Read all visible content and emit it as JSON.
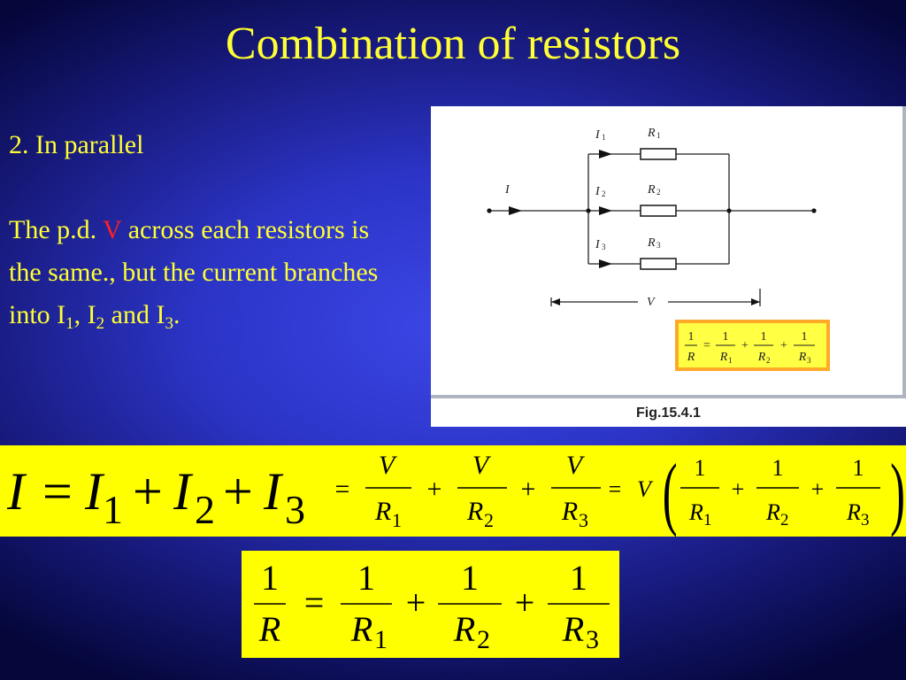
{
  "title": "Combination of resistors",
  "text": {
    "heading": "2. In parallel",
    "para_prefix": "The p.d. ",
    "para_v": "V",
    "para_mid": " across each resistors is the same., but the current branches into ",
    "i1": "I",
    "s1": "1",
    "c1": ", ",
    "i2": "I",
    "s2": "2",
    "and": " and ",
    "i3": "I",
    "s3": "3",
    "end": "."
  },
  "figure": {
    "caption": "Fig.15.4.1",
    "main_current": "I",
    "branch_currents": [
      "I",
      "I",
      "I"
    ],
    "branch_subs": [
      "1",
      "2",
      "3"
    ],
    "resistors": [
      "R",
      "R",
      "R"
    ],
    "resistor_subs": [
      "1",
      "2",
      "3"
    ],
    "voltage": "V",
    "mini_formula": {
      "lhs_num": "1",
      "lhs_den": "R",
      "eq": "=",
      "plus": "+",
      "terms": [
        {
          "num": "1",
          "den": "R",
          "sub": "1"
        },
        {
          "num": "1",
          "den": "R",
          "sub": "2"
        },
        {
          "num": "1",
          "den": "R",
          "sub": "3"
        }
      ]
    }
  },
  "equation1": {
    "lhs": "I",
    "eq": "=",
    "terms": [
      {
        "sym": "I",
        "sub": "1"
      },
      {
        "sym": "I",
        "sub": "2"
      },
      {
        "sym": "I",
        "sub": "3"
      }
    ],
    "plus": "+"
  },
  "equation2": {
    "eq": "=",
    "plus": "+",
    "terms": [
      {
        "num": "V",
        "den": "R",
        "sub": "1"
      },
      {
        "num": "V",
        "den": "R",
        "sub": "2"
      },
      {
        "num": "V",
        "den": "R",
        "sub": "3"
      }
    ],
    "factor_eq": "=",
    "factor": "V",
    "lparen": "(",
    "rparen": ")",
    "inner": [
      {
        "num": "1",
        "den": "R",
        "sub": "1"
      },
      {
        "num": "1",
        "den": "R",
        "sub": "2"
      },
      {
        "num": "1",
        "den": "R",
        "sub": "3"
      }
    ]
  },
  "equation3": {
    "lhs_num": "1",
    "lhs_den": "R",
    "eq": "=",
    "plus": "+",
    "terms": [
      {
        "num": "1",
        "den": "R",
        "sub": "1"
      },
      {
        "num": "1",
        "den": "R",
        "sub": "2"
      },
      {
        "num": "1",
        "den": "R",
        "sub": "3"
      }
    ]
  }
}
